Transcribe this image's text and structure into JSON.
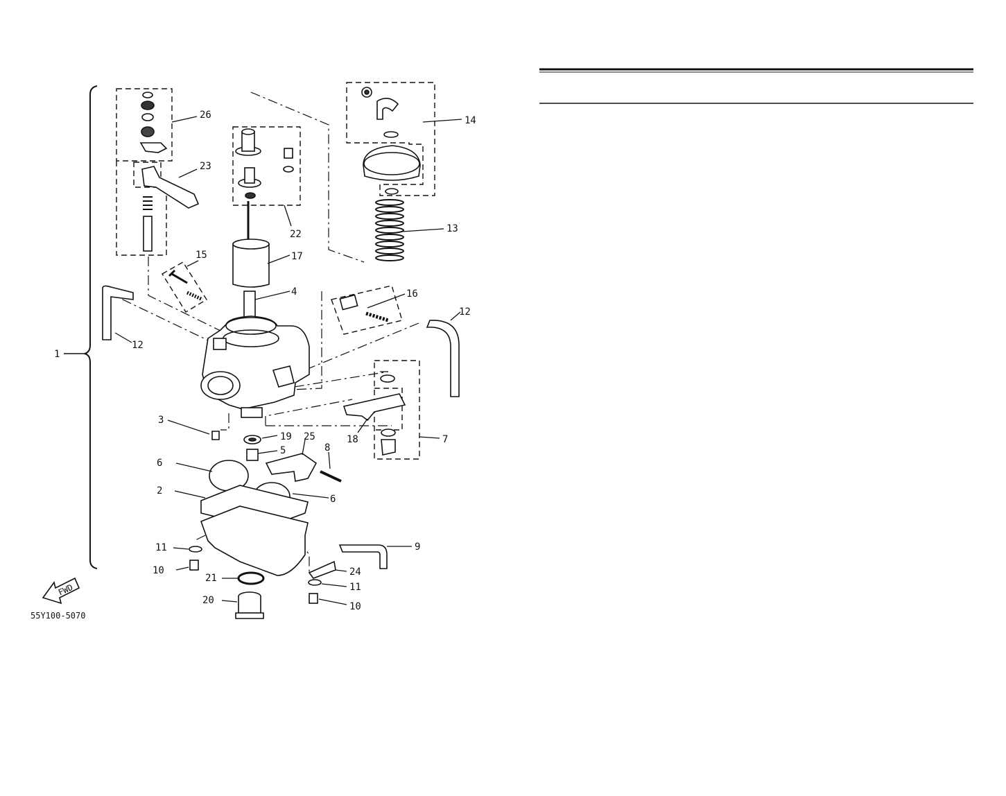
{
  "diagram_code": "55Y100-5070",
  "fwd_label": "FWD",
  "callouts": {
    "c1": "1",
    "c2": "2",
    "c3": "3",
    "c4": "4",
    "c5": "5",
    "c6a": "6",
    "c6b": "6",
    "c7": "7",
    "c8": "8",
    "c9": "9",
    "c10a": "10",
    "c10b": "10",
    "c11a": "11",
    "c11b": "11",
    "c12a": "12",
    "c12b": "12",
    "c13": "13",
    "c14": "14",
    "c15": "15",
    "c16": "16",
    "c17": "17",
    "c18": "18",
    "c19": "19",
    "c20": "20",
    "c21": "21",
    "c22": "22",
    "c23": "23",
    "c24": "24",
    "c25": "25",
    "c26": "26"
  },
  "colors": {
    "ink": "#111111",
    "paper": "#ffffff"
  }
}
